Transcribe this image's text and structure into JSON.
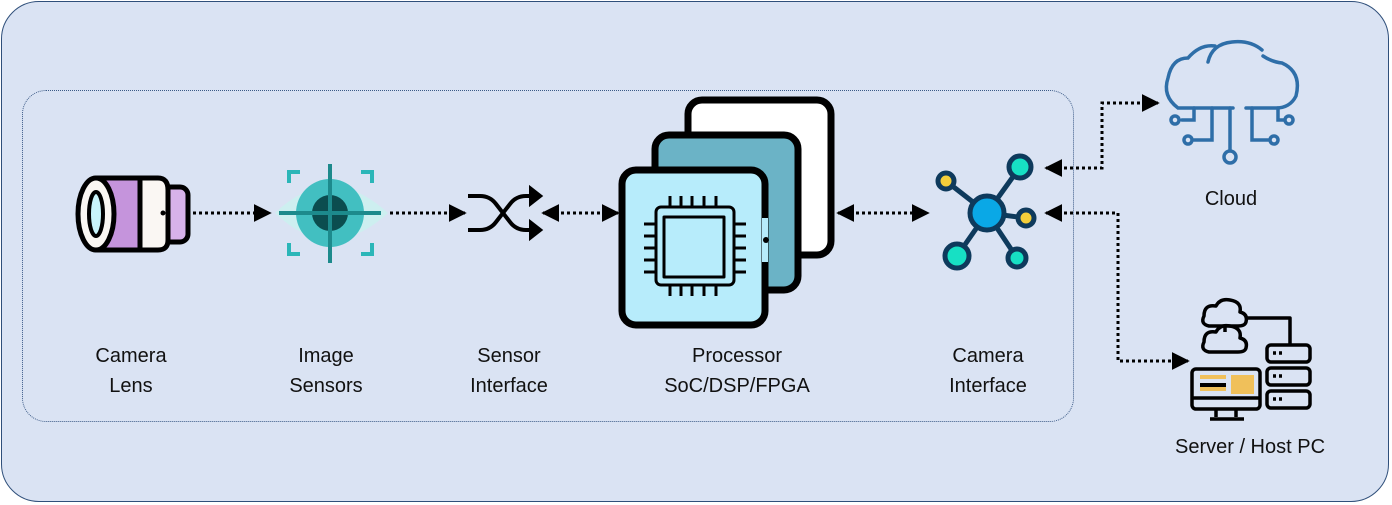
{
  "diagram": {
    "title": "Camera system block diagram",
    "nodes": [
      {
        "id": "lens",
        "icon": "camera-lens-icon",
        "label_lines": [
          "Camera",
          "Lens"
        ]
      },
      {
        "id": "image_sensors",
        "icon": "eye-sensor-icon",
        "label_lines": [
          "Image",
          "Sensors"
        ]
      },
      {
        "id": "sensor_interface",
        "icon": "shuffle-icon",
        "label_lines": [
          "Sensor",
          "Interface"
        ]
      },
      {
        "id": "processor",
        "icon": "processor-chip-icon",
        "label_lines": [
          "Processor",
          "SoC/DSP/FPGA"
        ]
      },
      {
        "id": "camera_interface",
        "icon": "network-hub-icon",
        "label_lines": [
          "Camera",
          "Interface"
        ]
      },
      {
        "id": "cloud",
        "icon": "cloud-network-icon",
        "label_lines": [
          "Cloud"
        ]
      },
      {
        "id": "server",
        "icon": "server-host-pc-icon",
        "label_lines": [
          "Server / Host PC"
        ]
      }
    ],
    "edges": [
      {
        "from": "lens",
        "to": "image_sensors",
        "direction": "forward",
        "style": "dotted"
      },
      {
        "from": "image_sensors",
        "to": "sensor_interface",
        "direction": "forward",
        "style": "dotted"
      },
      {
        "from": "sensor_interface",
        "to": "processor",
        "direction": "bidirectional",
        "style": "dotted"
      },
      {
        "from": "processor",
        "to": "camera_interface",
        "direction": "bidirectional",
        "style": "dotted"
      },
      {
        "from": "camera_interface",
        "to": "cloud",
        "direction": "bidirectional",
        "style": "dotted"
      },
      {
        "from": "camera_interface",
        "to": "server",
        "direction": "bidirectional",
        "style": "dotted"
      }
    ],
    "group": {
      "name": "camera-module",
      "members": [
        "lens",
        "image_sensors",
        "sensor_interface",
        "processor",
        "camera_interface"
      ]
    }
  },
  "colors": {
    "background": "#dae3f3",
    "border": "#2f4f7a",
    "lens_purple": "#c594dc",
    "lens_light_purple": "#d7b2ea",
    "eye_teal": "#42bfc1",
    "eye_dark": "#0b4d4f",
    "chip_light_blue": "#b7ecfb",
    "chip_mid_blue": "#6bb3c6",
    "hub_navy": "#0e3a5c",
    "hub_blue": "#0aa8e6",
    "hub_cyan": "#17e0c4",
    "hub_yellow": "#f3ce3a",
    "cloud_blue": "#2e6ea8",
    "server_yellow": "#f0c05a"
  }
}
